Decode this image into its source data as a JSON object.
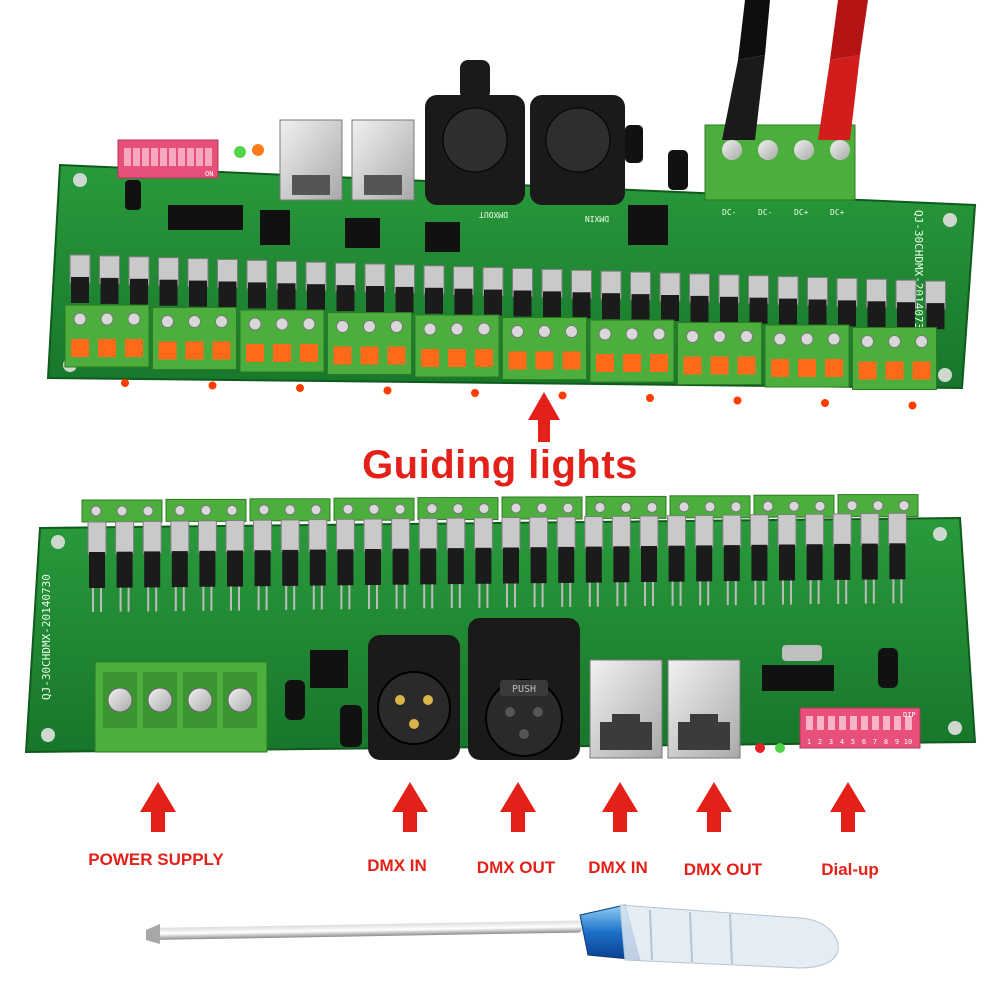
{
  "title": "Guiding lights",
  "labels": {
    "power_supply": "POWER SUPPLY",
    "dmx_in_xlr": "DMX IN",
    "dmx_out_xlr": "DMX OUT",
    "dmx_in_rj45": "DMX IN",
    "dmx_out_rj45": "DMX OUT",
    "dial_up": "Dial-up"
  },
  "board_silkscreen": "QJ-30CHDMX-20140730",
  "dip_text": "DIP",
  "dip_on": "ON",
  "dip_numbers": [
    "1",
    "2",
    "3",
    "4",
    "5",
    "6",
    "7",
    "8",
    "9",
    "10"
  ],
  "xlr_push": "PUSH",
  "top_terminal_labels": [
    "DC-",
    "DC-",
    "DC+",
    "DC+"
  ],
  "top_xlr_labels": [
    "DMXOUT",
    "DMXIN"
  ],
  "colors": {
    "pcb": "#1f8a33",
    "pcb_dark": "#166b26",
    "terminal_green": "#4caf3d",
    "annotation_red": "#e32119",
    "dip_pink": "#e8507a"
  }
}
